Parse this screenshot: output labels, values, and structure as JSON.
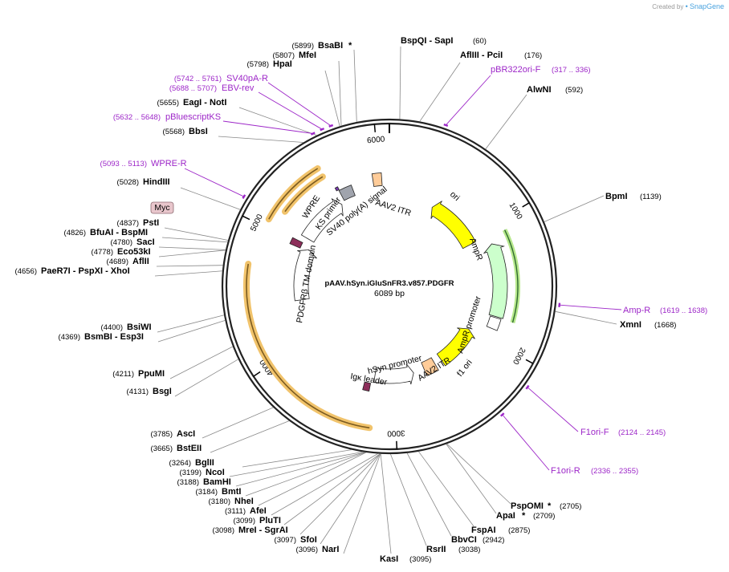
{
  "credit": {
    "prefix": "Created by",
    "brand": "SnapGene"
  },
  "plasmid": {
    "name": "pAAV.hSyn.iGluSnFR3.v857.PDGFR",
    "length_label": "6089 bp",
    "length": 6089
  },
  "colors": {
    "line": "#555555",
    "primer": "#9d27c8",
    "highlight": "#f1c36b",
    "ori": "#ffff00",
    "ampr": "#ccffcc",
    "itr": "#ffcc99",
    "sv40": "#a0a4ad",
    "tmdomain": "#8c2e5a",
    "white": "#ffffff"
  },
  "ticks": [
    {
      "label": "1000",
      "pos": 1000
    },
    {
      "label": "2000",
      "pos": 2000
    },
    {
      "label": "3000",
      "pos": 3000
    },
    {
      "label": "4000",
      "pos": 4000
    },
    {
      "label": "5000",
      "pos": 5000
    },
    {
      "label": "6000",
      "pos": 6000
    }
  ],
  "sites": [
    {
      "name": "BsaBI",
      "pos": "(5899)",
      "star": "*",
      "side": "L"
    },
    {
      "name": "MfeI",
      "pos": "(5807)",
      "side": "L"
    },
    {
      "name": "HpaI",
      "pos": "(5798)",
      "side": "L"
    },
    {
      "name": "EagI  - NotI",
      "pos": "(5655)",
      "side": "L"
    },
    {
      "name": "BbsI",
      "pos": "(5568)",
      "side": "L"
    },
    {
      "name": "HindIII",
      "pos": "(5028)",
      "side": "L"
    },
    {
      "name": "PstI",
      "pos": "(4837)",
      "side": "L"
    },
    {
      "name": "BfuAI  - BspMI",
      "pos": "(4826)",
      "side": "L"
    },
    {
      "name": "SacI",
      "pos": "(4780)",
      "side": "L"
    },
    {
      "name": "Eco53kI",
      "pos": "(4778)",
      "side": "L"
    },
    {
      "name": "AflII",
      "pos": "(4689)",
      "side": "L"
    },
    {
      "name": "PaeR7I   - PspXI   - XhoI",
      "pos": "(4656)",
      "side": "L"
    },
    {
      "name": "BsiWI",
      "pos": "(4400)",
      "side": "L"
    },
    {
      "name": "BsmBI   - Esp3I",
      "pos": "(4369)",
      "side": "L"
    },
    {
      "name": "PpuMI",
      "pos": "(4211)",
      "side": "L"
    },
    {
      "name": "BsgI",
      "pos": "(4131)",
      "side": "L"
    },
    {
      "name": "AscI",
      "pos": "(3785)",
      "side": "L"
    },
    {
      "name": "BstEII",
      "pos": "(3665)",
      "side": "L"
    },
    {
      "name": "BglII",
      "pos": "(3264)",
      "side": "L"
    },
    {
      "name": "NcoI",
      "pos": "(3199)",
      "side": "L"
    },
    {
      "name": "BamHI",
      "pos": "(3188)",
      "side": "L"
    },
    {
      "name": "BmtI",
      "pos": "(3184)",
      "side": "L"
    },
    {
      "name": "NheI",
      "pos": "(3180)",
      "side": "L"
    },
    {
      "name": "AfeI",
      "pos": "(3111)",
      "side": "L"
    },
    {
      "name": "PluTI",
      "pos": "(3099)",
      "side": "L"
    },
    {
      "name": "MreI  - SgrAI",
      "pos": "(3098)",
      "side": "L"
    },
    {
      "name": "SfoI",
      "pos": "(3097)",
      "side": "L"
    },
    {
      "name": "NarI",
      "pos": "(3096)",
      "side": "L"
    },
    {
      "name": "KasI",
      "pos": "(3095)",
      "side": "R"
    },
    {
      "name": "RsrII",
      "pos": "(3038)",
      "side": "R"
    },
    {
      "name": "BbvCI",
      "pos": "(2942)",
      "side": "R"
    },
    {
      "name": "FspAI",
      "pos": "(2875)",
      "side": "R"
    },
    {
      "name": "ApaI",
      "pos": "(2709)",
      "star": "*",
      "side": "R"
    },
    {
      "name": "PspOMI",
      "pos": "(2705)",
      "star": "*",
      "side": "R"
    },
    {
      "name": "XmnI",
      "pos": "(1668)",
      "side": "R"
    },
    {
      "name": "BpmI",
      "pos": "(1139)",
      "side": "R"
    },
    {
      "name": "AlwNI",
      "pos": "(592)",
      "side": "R"
    },
    {
      "name": "AflIII  - PciI",
      "pos": "(176)",
      "side": "R"
    },
    {
      "name": "BspQI  - SapI",
      "pos": "(60)",
      "side": "R"
    }
  ],
  "primers": [
    {
      "name": "SV40pA-R",
      "pos": "(5742 .. 5761)"
    },
    {
      "name": "EBV-rev",
      "pos": "(5688 .. 5707)"
    },
    {
      "name": "pBluescriptKS",
      "pos": "(5632 .. 5648)"
    },
    {
      "name": "WPRE-R",
      "pos": "(5093 .. 5113)"
    },
    {
      "name": "pBR322ori-F",
      "pos": "(317 .. 336)"
    },
    {
      "name": "Amp-R",
      "pos": "(1619 .. 1638)"
    },
    {
      "name": "F1ori-F",
      "pos": "(2124 .. 2145)"
    },
    {
      "name": "F1ori-R",
      "pos": "(2336 .. 2355)"
    }
  ],
  "features": [
    {
      "name": "ori"
    },
    {
      "name": "AmpR"
    },
    {
      "name": "AmpR promoter"
    },
    {
      "name": "f1 ori"
    },
    {
      "name": "AAV2 ITR",
      "id": "itr-right"
    },
    {
      "name": "hSyn promoter"
    },
    {
      "name": "Igκ leader"
    },
    {
      "name": "PDGFRβ TM domain"
    },
    {
      "name": "WPRE"
    },
    {
      "name": "KS primer"
    },
    {
      "name": "SV40 poly(A) signal"
    },
    {
      "name": "AAV2 ITR",
      "id": "itr-top"
    },
    {
      "name": "Myc"
    }
  ]
}
